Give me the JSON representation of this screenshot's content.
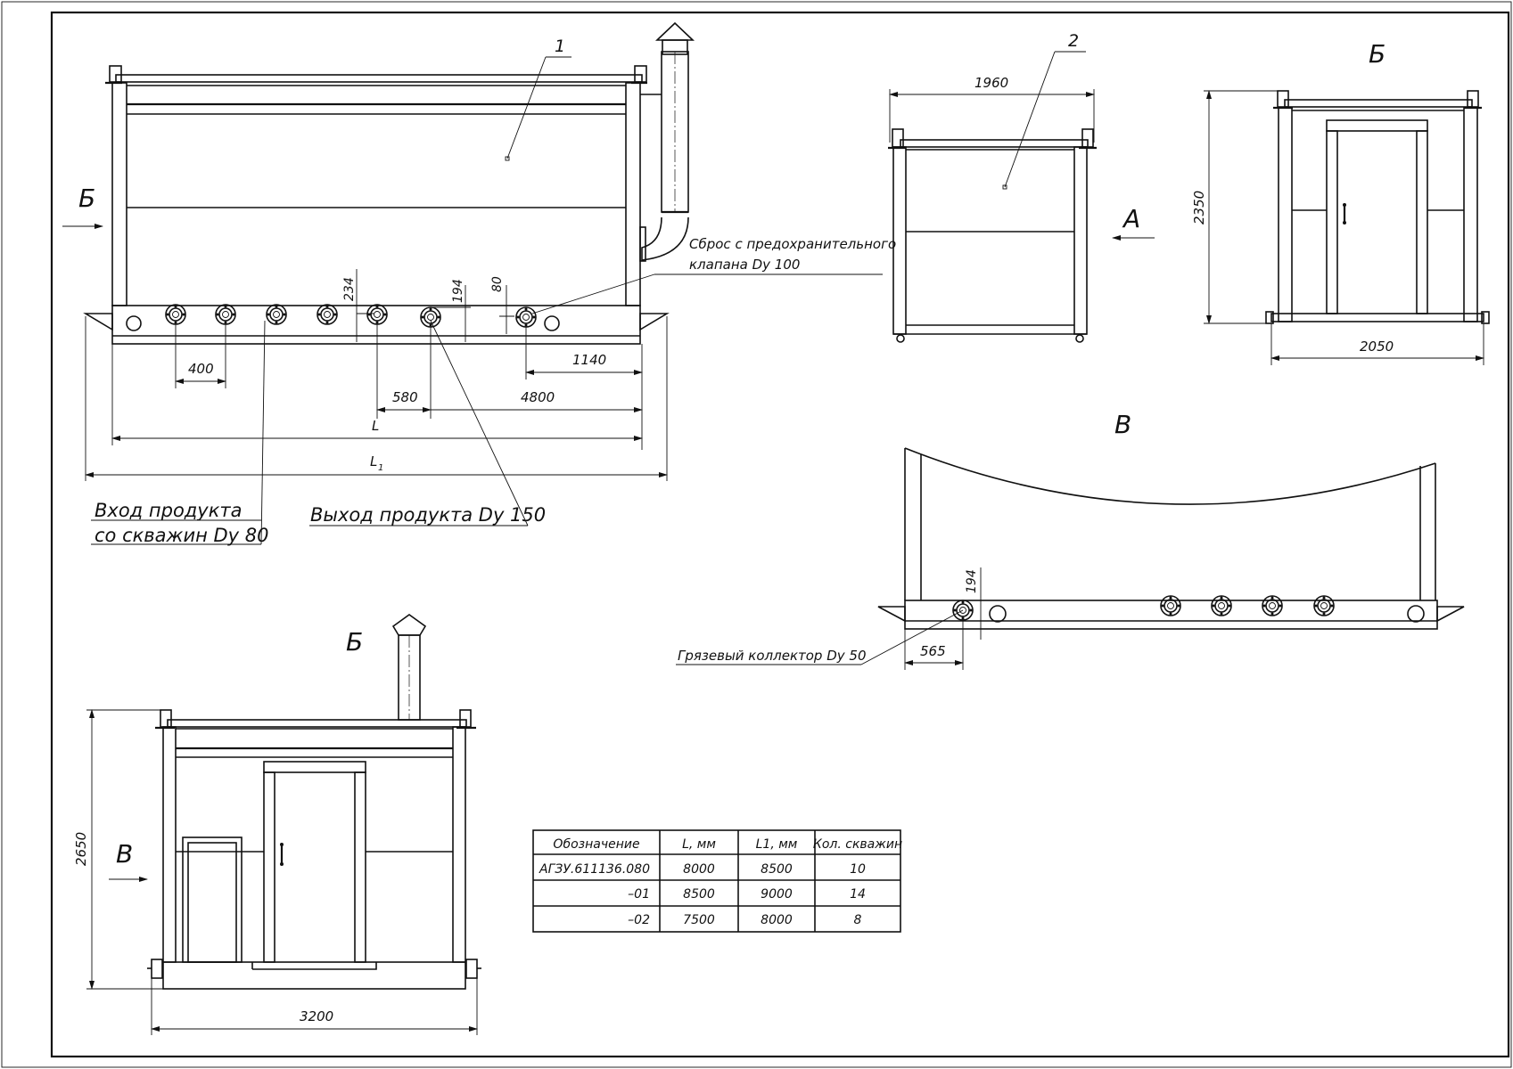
{
  "drawing": {
    "main_view": {
      "position_label": "1",
      "view_marker": "Б",
      "callout_relief": "Сброс с предохранительного",
      "callout_relief_2": "клапана Dy 100",
      "callout_inlet_1": "Вход продукта",
      "callout_inlet_2": "со скважин Dy 80",
      "callout_outlet": "Выход продукта Dy 150",
      "dims": {
        "d400": "400",
        "d580": "580",
        "d4800": "4800",
        "d1140": "1140",
        "d234": "234",
        "d194": "194",
        "d80": "80",
        "dL": "L",
        "dL1": "L",
        "dL1_sub": "1"
      }
    },
    "side_view_a": {
      "position_label": "2",
      "view_marker": "А",
      "dim_1960": "1960"
    },
    "view_b_top": {
      "title": "Б",
      "dim_2350": "2350",
      "dim_2050": "2050"
    },
    "view_v": {
      "title": "В",
      "callout_mud": "Грязевый коллектор Dy 50",
      "dim_194": "194",
      "dim_565": "565"
    },
    "view_b_bottom": {
      "title": "Б",
      "view_marker": "В",
      "dim_2650": "2650",
      "dim_3200": "3200"
    },
    "table": {
      "headers": [
        "Обозначение",
        "L, мм",
        "L1, мм",
        "Кол. скважин"
      ],
      "rows": [
        [
          "АГЗУ.611136.080",
          "8000",
          "8500",
          "10"
        ],
        [
          "–01",
          "8500",
          "9000",
          "14"
        ],
        [
          "–02",
          "7500",
          "8000",
          "8"
        ]
      ]
    }
  }
}
